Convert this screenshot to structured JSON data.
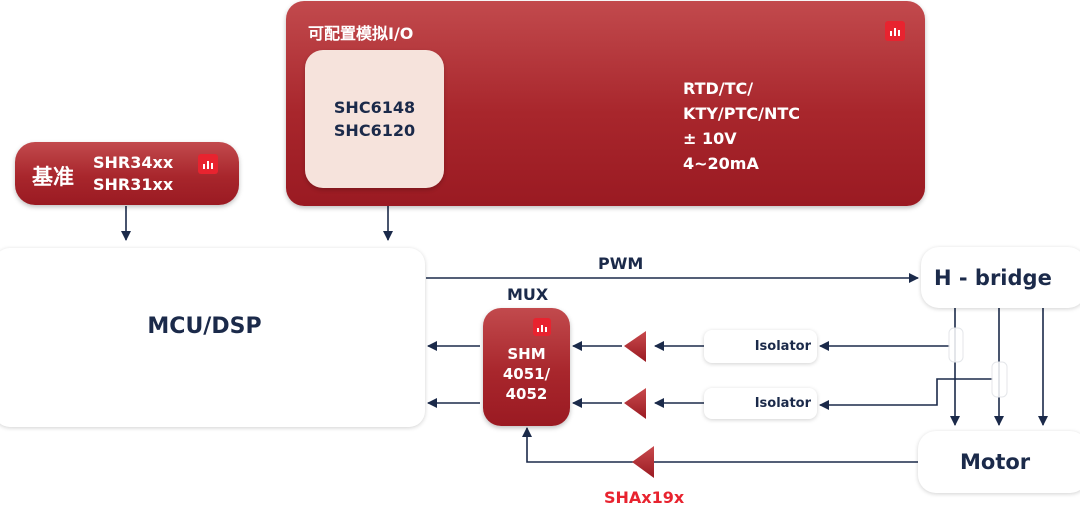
{
  "configurable_io": {
    "title": "可配置模拟I/O",
    "chip_lines": [
      "SHC6148",
      "SHC6120"
    ],
    "inputs": [
      "RTD/TC/",
      "KTY/PTC/NTC",
      "± 10V",
      "4~20mA"
    ]
  },
  "reference": {
    "label": "基准",
    "parts": [
      "SHR34xx",
      "SHR31xx"
    ]
  },
  "mcu": {
    "label": "MCU/DSP"
  },
  "pwm_label": "PWM",
  "hbridge": {
    "label": "H - bridge"
  },
  "mux": {
    "title": "MUX",
    "lines": [
      "SHM",
      "4051/",
      "4052"
    ]
  },
  "isolators": [
    "Isolator",
    "Isolator"
  ],
  "motor": {
    "label": "Motor"
  },
  "amp_label": "SHAx19x",
  "colors": {
    "brand_red": "#a8262c",
    "logo_red": "#e8232f",
    "navy": "#1b2a4a",
    "amp_label_red": "#e8232f",
    "chip_fill": "#f6e3dc"
  }
}
